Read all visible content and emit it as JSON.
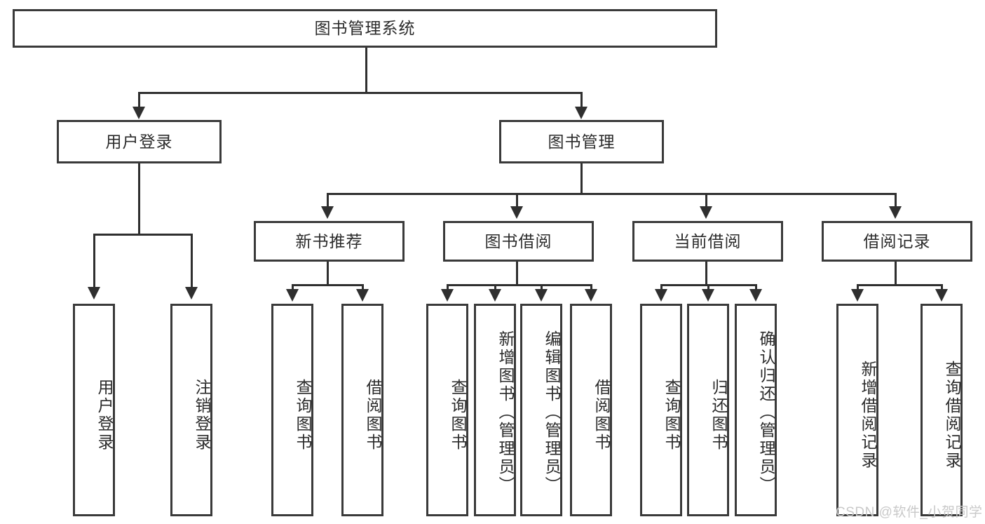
{
  "diagram": {
    "type": "tree-hierarchy-chart",
    "title": "图书管理系统",
    "stroke_color": "#3a3a3a",
    "background_color": "#ffffff",
    "text_color": "#2b2b2b",
    "levels": 4,
    "root": {
      "id": "root",
      "label": "图书管理系统",
      "orientation": "horizontal"
    },
    "level2": [
      {
        "id": "user-login",
        "label": "用户登录",
        "orientation": "horizontal"
      },
      {
        "id": "book-management",
        "label": "图书管理",
        "orientation": "horizontal"
      }
    ],
    "level3": [
      {
        "id": "new-book-recommend",
        "label": "新书推荐",
        "orientation": "horizontal",
        "parent": "book-management"
      },
      {
        "id": "book-borrow",
        "label": "图书借阅",
        "orientation": "horizontal",
        "parent": "book-management"
      },
      {
        "id": "current-borrow",
        "label": "当前借阅",
        "orientation": "horizontal",
        "parent": "book-management"
      },
      {
        "id": "borrow-record",
        "label": "借阅记录",
        "orientation": "horizontal",
        "parent": "book-management"
      }
    ],
    "leaves": {
      "user_login": [
        {
          "id": "leaf-user-login",
          "label": "用户登录"
        },
        {
          "id": "leaf-logout",
          "label": "注销登录"
        }
      ],
      "new_book_recommend": [
        {
          "id": "leaf-query-book-1",
          "label": "查询图书"
        },
        {
          "id": "leaf-borrow-book-1",
          "label": "借阅图书"
        }
      ],
      "book_borrow": [
        {
          "id": "leaf-query-book-2",
          "label": "查询图书"
        },
        {
          "id": "leaf-add-book",
          "label": "新增图书（管理员）"
        },
        {
          "id": "leaf-edit-book",
          "label": "编辑图书（管理员）"
        },
        {
          "id": "leaf-borrow-book-2",
          "label": "借阅图书"
        }
      ],
      "current_borrow": [
        {
          "id": "leaf-query-book-3",
          "label": "查询图书"
        },
        {
          "id": "leaf-return-book",
          "label": "归还图书"
        },
        {
          "id": "leaf-confirm-return",
          "label": "确认归还（管理员）"
        }
      ],
      "borrow_record": [
        {
          "id": "leaf-add-record",
          "label": "新增借阅记录"
        },
        {
          "id": "leaf-query-record",
          "label": "查询借阅记录"
        }
      ]
    }
  },
  "watermark": {
    "text": "CSDN @软件_小贺同学",
    "color": "#c9c9c9"
  }
}
